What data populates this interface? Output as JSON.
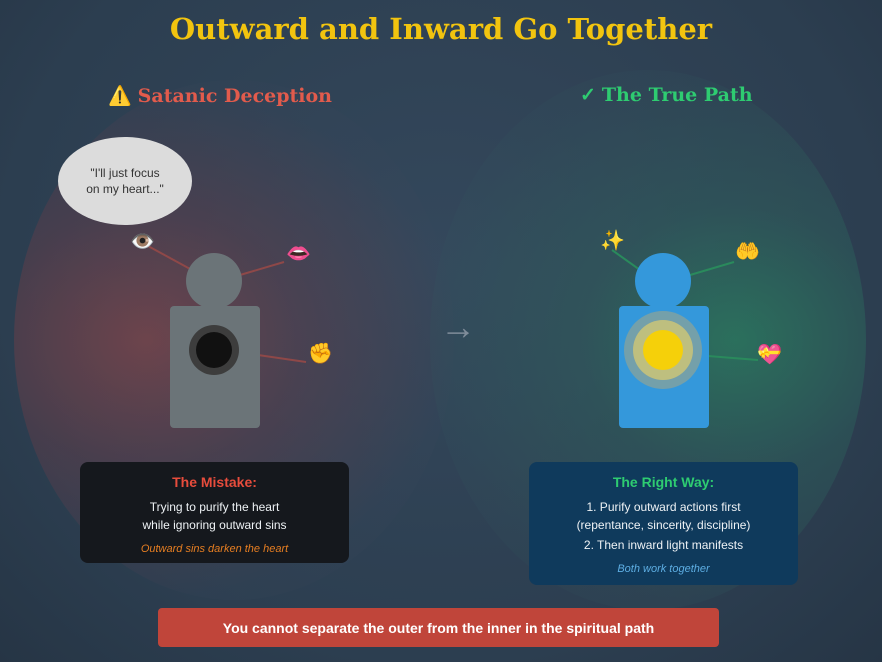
{
  "title": "Outward and Inward Go Together",
  "left": {
    "icon": "warning-icon",
    "icon_glyph": "⚠️",
    "heading": "Satanic Deception",
    "bubble": "\"I'll just focus on my heart...\"",
    "emojis": {
      "eye": "👁️",
      "mouth": "👄",
      "fist": "✊"
    },
    "box": {
      "title": "The Mistake:",
      "line1": "Trying to purify the heart",
      "line2": "while ignoring outward sins",
      "note": "Outward sins darken the heart"
    }
  },
  "right": {
    "icon": "check-icon",
    "icon_glyph": "✓",
    "heading": "The True Path",
    "emojis": {
      "sparkles": "✨",
      "hands": "🤲",
      "heart": "💝"
    },
    "box": {
      "title": "The Right Way:",
      "line1": "1. Purify outward actions first",
      "line2": "(repentance, sincerity, discipline)",
      "line3": "2. Then inward light manifests",
      "note": "Both work together"
    }
  },
  "arrow": "→",
  "banner": "You cannot separate the outer from the inner in the spiritual path",
  "colors": {
    "title": "#f2c40f",
    "deception": "#e25b4c",
    "true_path": "#2ecc71",
    "dark_figure": "#6b7478",
    "light_figure": "#3498db",
    "banner": "#c0453a"
  }
}
